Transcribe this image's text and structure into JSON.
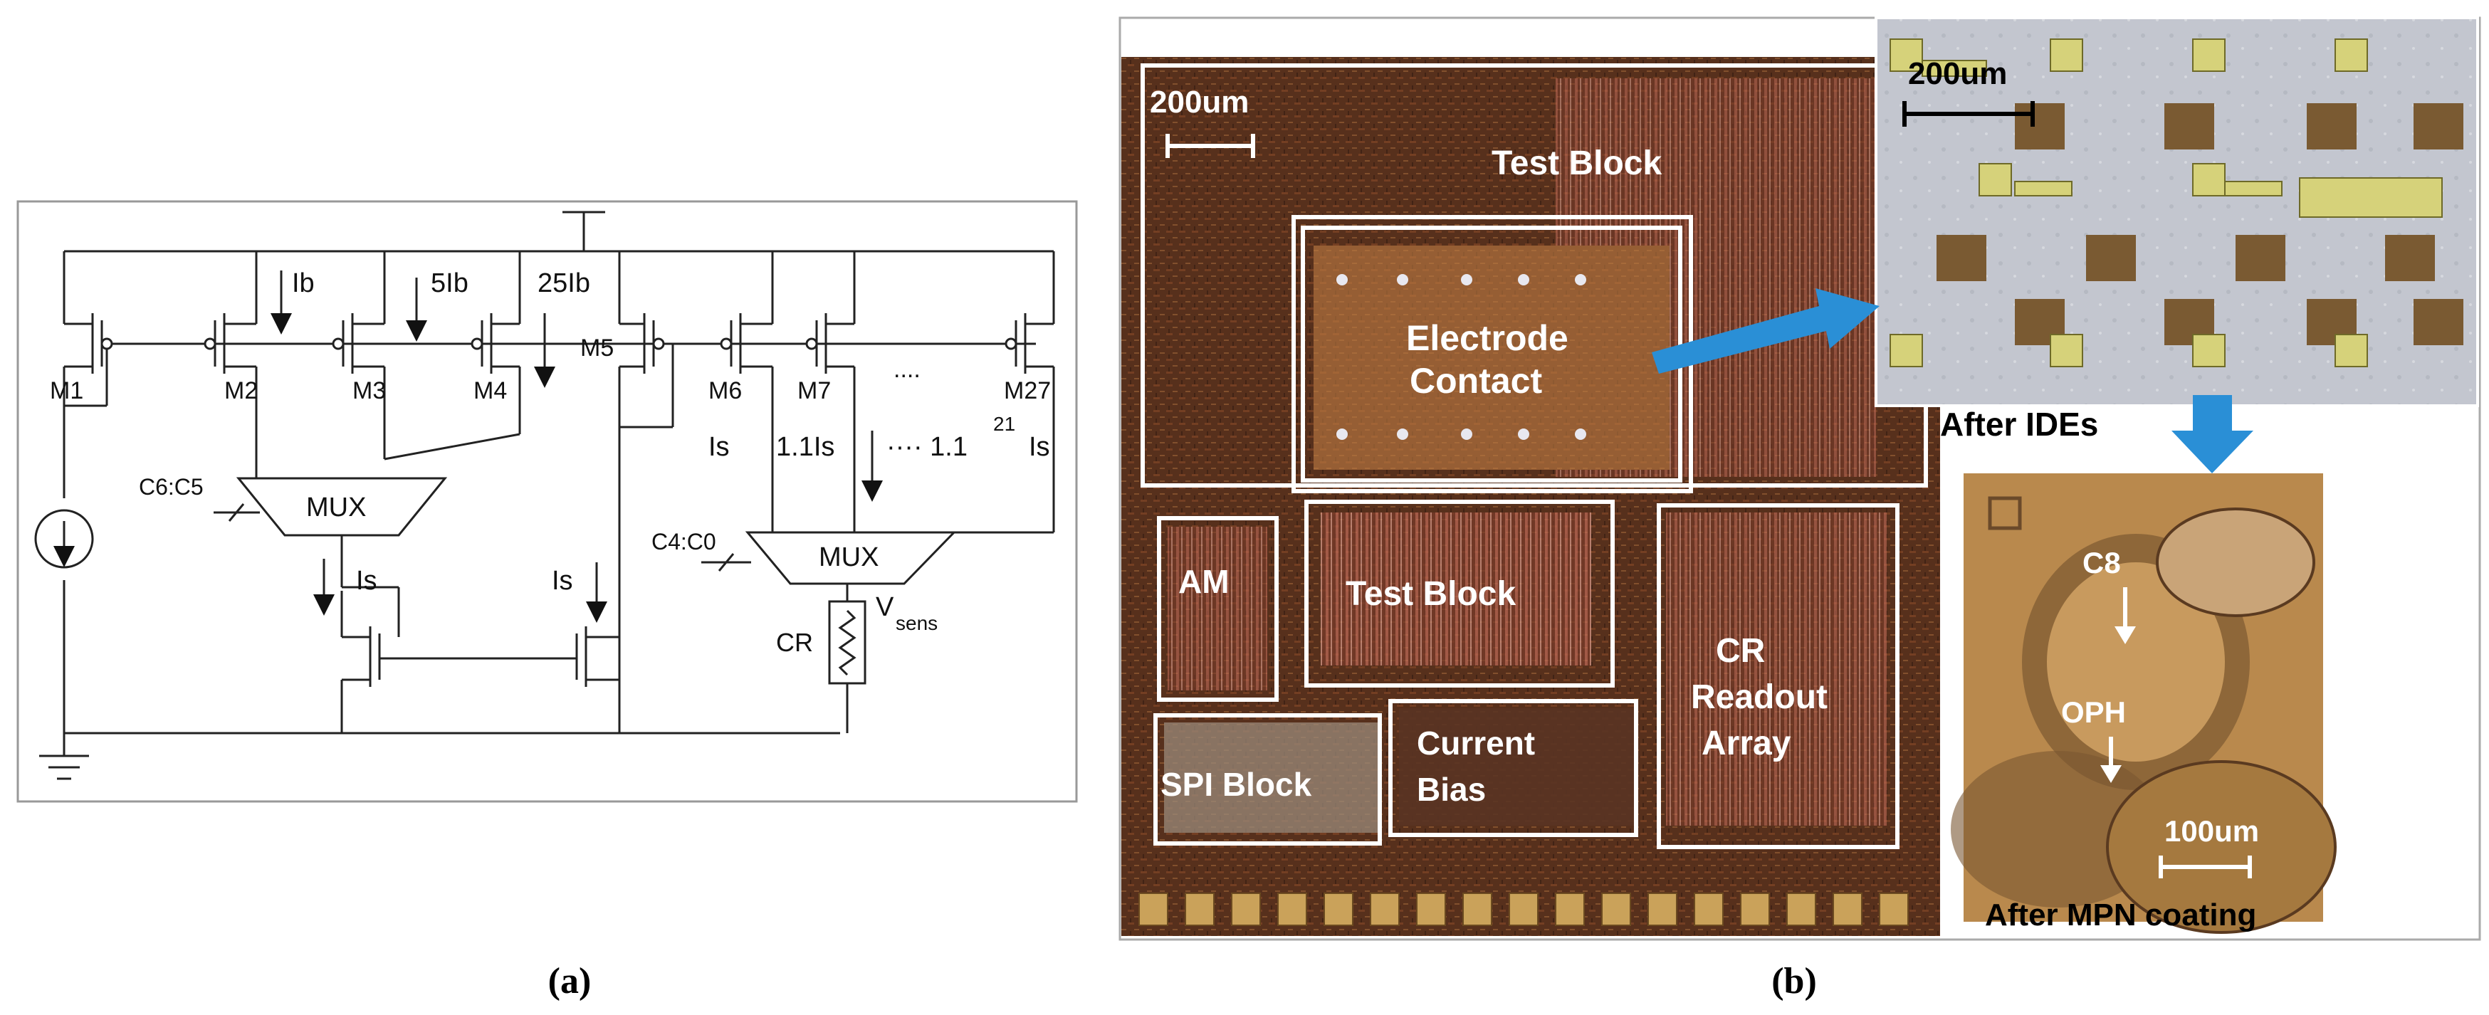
{
  "panel_a": {
    "caption": "(a)",
    "transistors": [
      "M1",
      "M2",
      "M3",
      "M4",
      "M5",
      "M6",
      "M7",
      "M27"
    ],
    "ellipsis": "....",
    "currents": {
      "ib": "Ib",
      "ib5": "5Ib",
      "ib25": "25Ib",
      "is_left": "Is",
      "is_mid": "Is",
      "is_row": "Is",
      "is_11": "1.1Is",
      "is_121": "···· 1.1",
      "is_121_exp": "21",
      "is_121_tail": "Is"
    },
    "mux_left": {
      "label": "MUX",
      "ctrl": "C6:C5"
    },
    "mux_right": {
      "label": "MUX",
      "ctrl": "C4:C0"
    },
    "cr": "CR",
    "vsens": "V",
    "vsens_sub": "sens"
  },
  "panel_b": {
    "caption": "(b)",
    "scale_main": "200um",
    "test_block_top": "Test Block",
    "electrode_1": "Electrode",
    "electrode_2": "Contact",
    "am": "AM",
    "test_block_mid": "Test Block",
    "cr_1": "CR",
    "cr_2": "Readout",
    "cr_3": "Array",
    "spi": "SPI Block",
    "bias_1": "Current",
    "bias_2": "Bias",
    "ide_scale": "200um",
    "after_ides": "After IDEs",
    "c8": "C8",
    "oph": "OPH",
    "scale_small": "100um",
    "after_mpn": "After MPN coating"
  },
  "colors": {
    "die": "#6a3a22",
    "electrode": "#b07a45",
    "ide_bg": "#c9ccd2",
    "pad": "#7a5a30",
    "arrow": "#2a8fd6",
    "mpn": "#b88a4c"
  }
}
